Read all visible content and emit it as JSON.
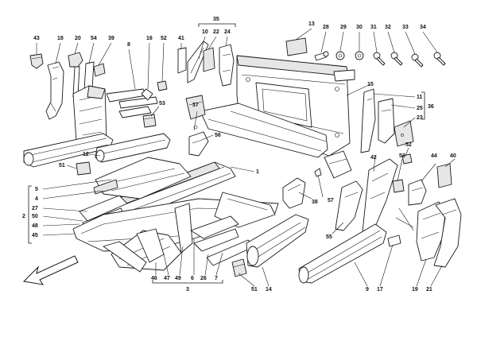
{
  "callouts": {
    "c43": "43",
    "c18": "18",
    "c20": "20",
    "c54": "54",
    "c39": "39",
    "c8": "8",
    "c16": "16",
    "c52a": "52",
    "c41": "41",
    "c35": "35",
    "c10": "10",
    "c22": "22",
    "c24": "24",
    "c13": "13",
    "c28": "28",
    "c29": "29",
    "c30": "30",
    "c31": "31",
    "c32": "32",
    "c33": "33",
    "c34": "34",
    "c15": "15",
    "c11": "11",
    "c25": "25",
    "c36": "36",
    "c23": "23",
    "c53a": "53",
    "c37": "37",
    "c56": "56",
    "c12": "12",
    "c51a": "51",
    "c1": "1",
    "c5": "5",
    "c4": "4",
    "c27": "27",
    "c2": "2",
    "c50": "50",
    "c48": "48",
    "c45": "45",
    "c38": "38",
    "c57": "57",
    "c42": "42",
    "c52b": "52",
    "c53b": "53",
    "c44": "44",
    "c40": "40",
    "c55": "55",
    "c46": "46",
    "c47": "47",
    "c49": "49",
    "c6": "6",
    "c26": "26",
    "c7": "7",
    "c3": "3",
    "c51b": "51",
    "c14": "14",
    "c9": "9",
    "c17": "17",
    "c19": "19",
    "c21": "21"
  },
  "colors": {
    "line": "#1a1a1a",
    "fill": "#ffffff",
    "shade": "#e6e6e6",
    "dark": "#bdbdbd"
  },
  "icons": {
    "direction_arrow": "front-direction-arrow-icon"
  }
}
